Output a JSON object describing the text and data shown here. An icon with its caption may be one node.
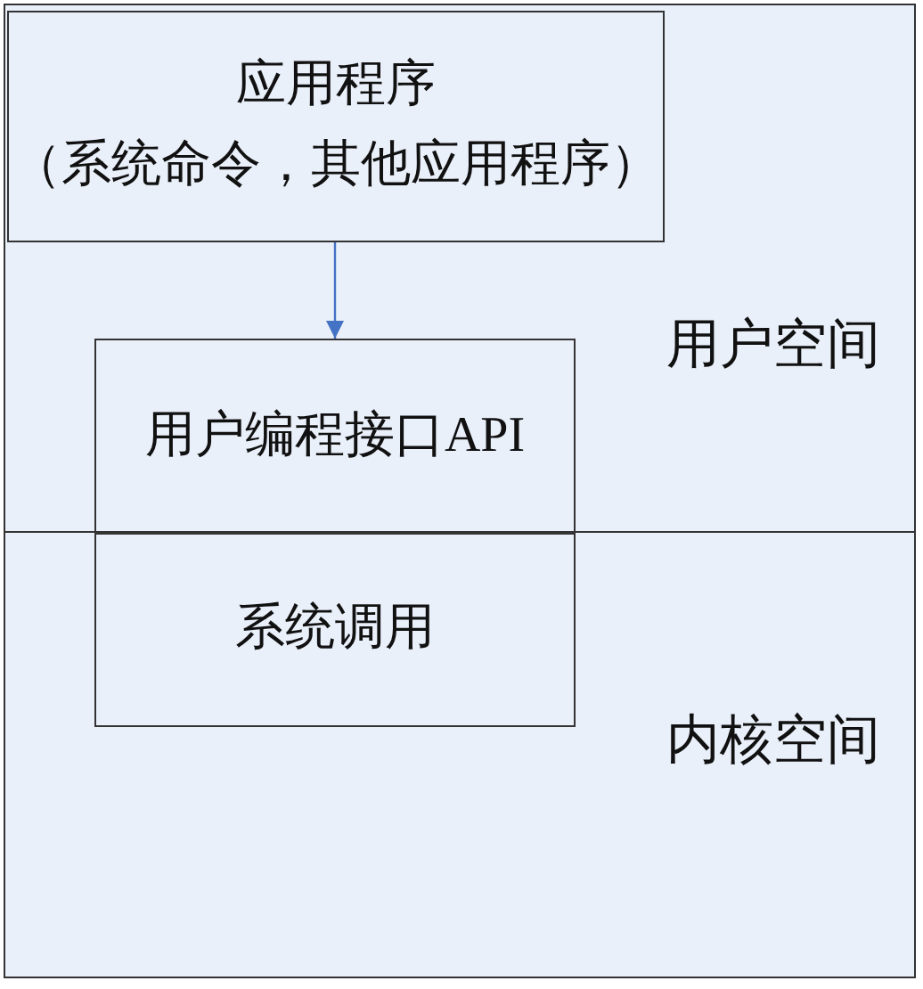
{
  "diagram": {
    "nodes": [
      {
        "text": [
          "用户空间"
        ]
      },
      {
        "text": [
          "应用程序",
          "（系统命令，其他应用程序）"
        ],
        "in": 0
      },
      {
        "text": [
          "用户编程接口API"
        ],
        "in": 0
      },
      {
        "text": [
          "内核空间"
        ]
      },
      {
        "text": [
          "系统调用"
        ],
        "in": 3
      }
    ],
    "edges": [
      {
        "from": 1,
        "to": 2,
        "arrow": "to"
      }
    ]
  }
}
